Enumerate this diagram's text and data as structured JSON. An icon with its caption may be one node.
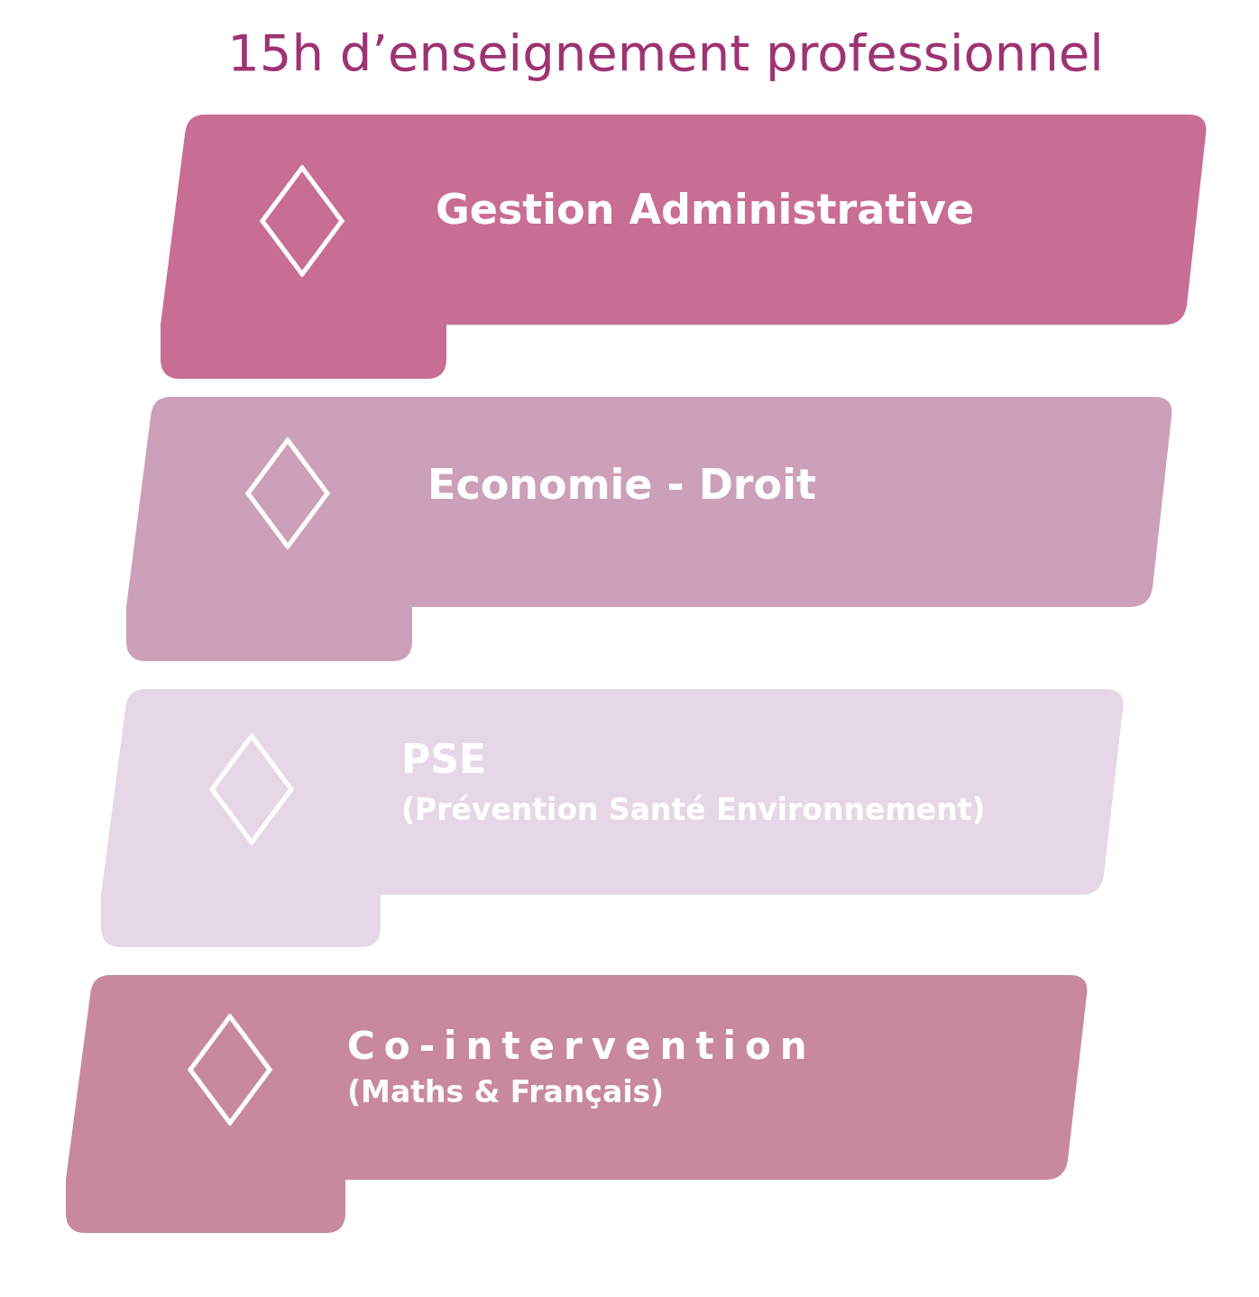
{
  "diagram": {
    "title": "15h d’enseignement professionnel",
    "nodes": [
      {
        "text": [
          "Gestion Administrative"
        ]
      },
      {
        "text": [
          "Economie - Droit"
        ]
      },
      {
        "text": [
          "PSE",
          "(Prévention Santé Environnement)"
        ]
      },
      {
        "text": [
          "Co-intervention",
          "(Maths & Français)"
        ]
      }
    ]
  }
}
